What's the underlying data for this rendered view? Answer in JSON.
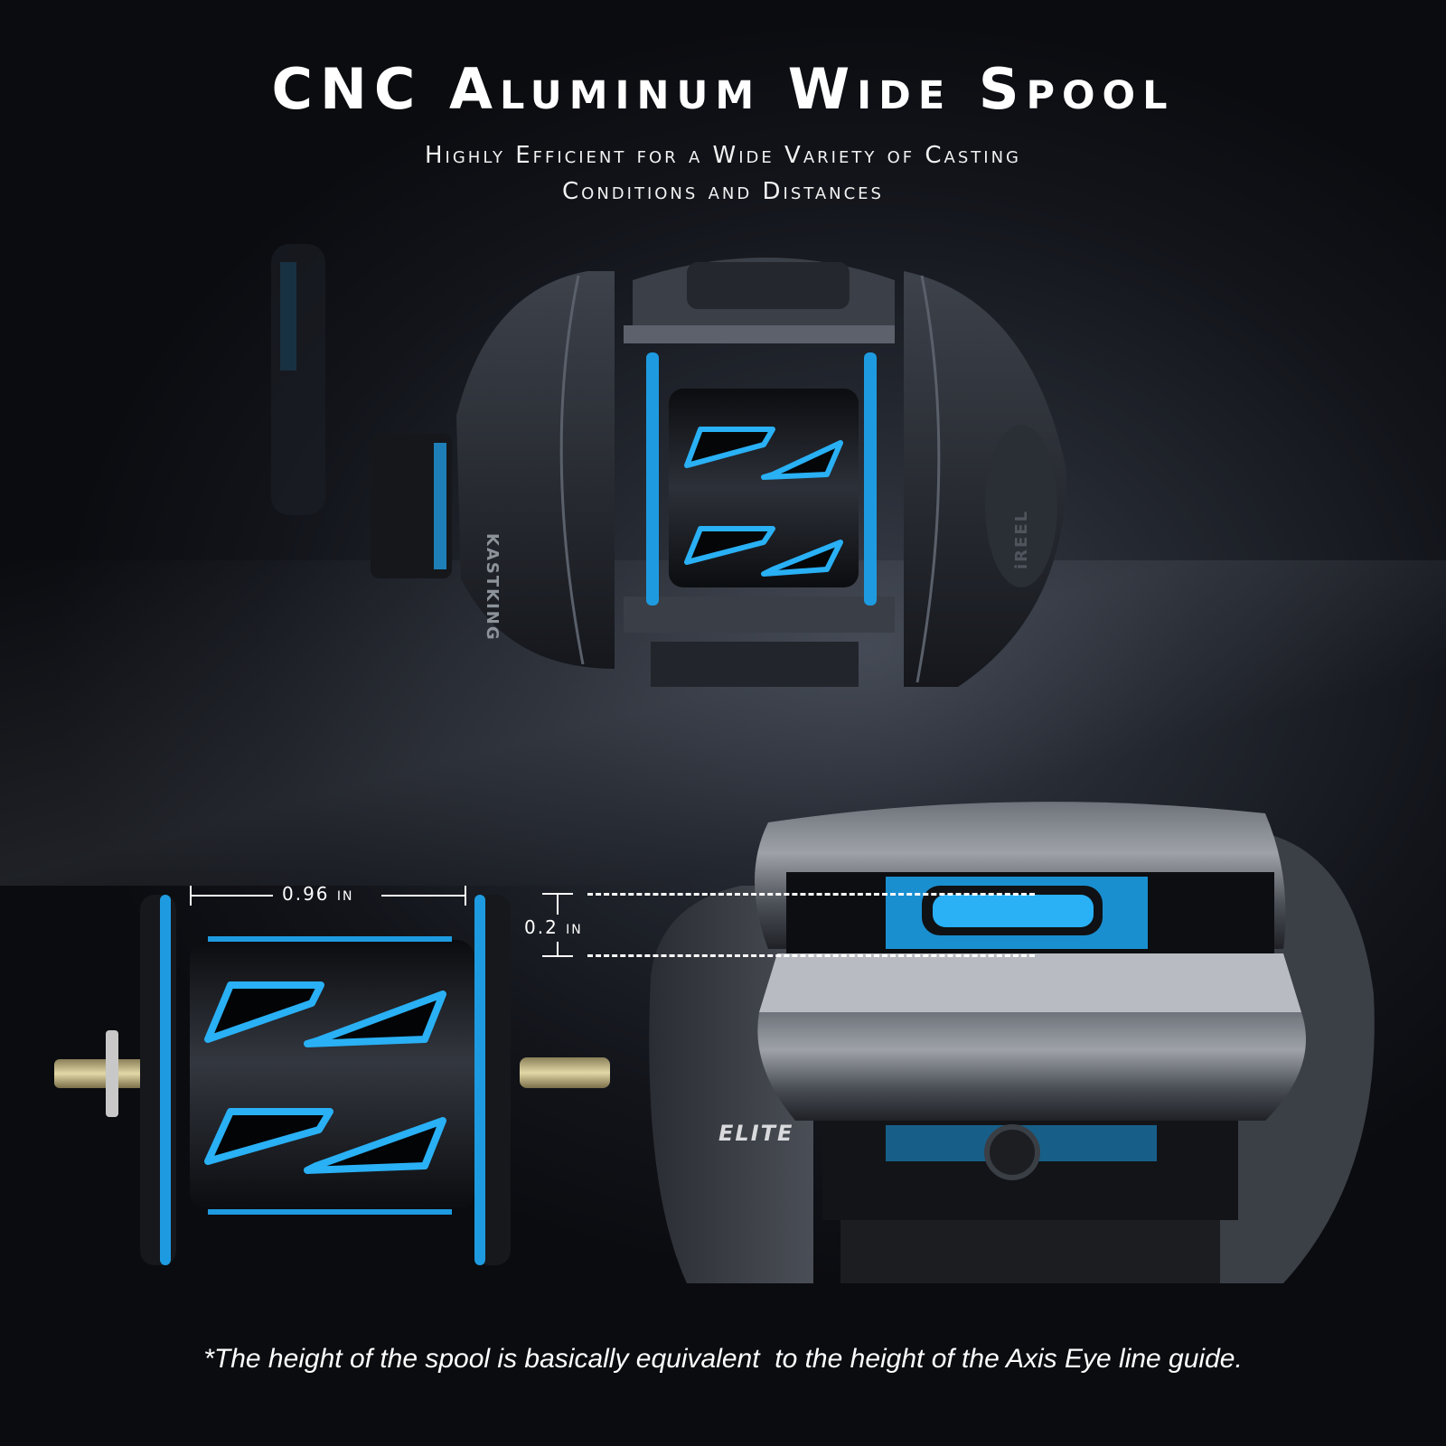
{
  "header": {
    "title": "CNC Aluminum Wide Spool",
    "subtitle_line1": "Highly Efficient for a Wide Variety of Casting",
    "subtitle_line2": "Conditions and Distances"
  },
  "top_reel": {
    "brand_side": "KASTKING",
    "brand_right": "iREEL"
  },
  "bottom_left_spool": {
    "width_dimension": "0.96 in"
  },
  "bottom_right_reel": {
    "height_dimension": "0.2 in",
    "model_badge": "ELITE"
  },
  "footer": {
    "caption": "*The height of the spool is basically equivalent  to the height of the Axis Eye line guide."
  },
  "colors": {
    "accent_blue": "#1ea0e6",
    "background_dark": "#12141a",
    "text": "#ffffff"
  }
}
